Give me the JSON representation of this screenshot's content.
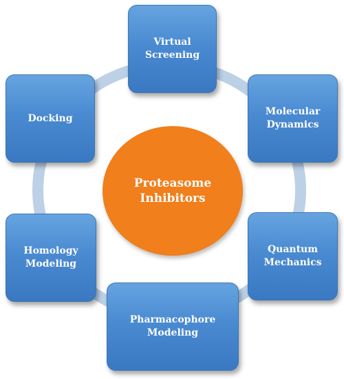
{
  "center": {
    "label": "Proteasome\nInhibitors"
  },
  "nodes": {
    "virtual_screening": "Virtual\nScreening",
    "molecular_dynamics": "Molecular\nDynamics",
    "quantum_mechanics": "Quantum\nMechanics",
    "pharmacophore_modeling": "Pharmacophore\nModeling",
    "homology_modeling": "Homology\nModeling",
    "docking": "Docking"
  },
  "colors": {
    "center_fill": "#f07f1c",
    "node_fill": "#4a8ad1",
    "ring": "#bcd0e6",
    "text": "#ffffff"
  }
}
